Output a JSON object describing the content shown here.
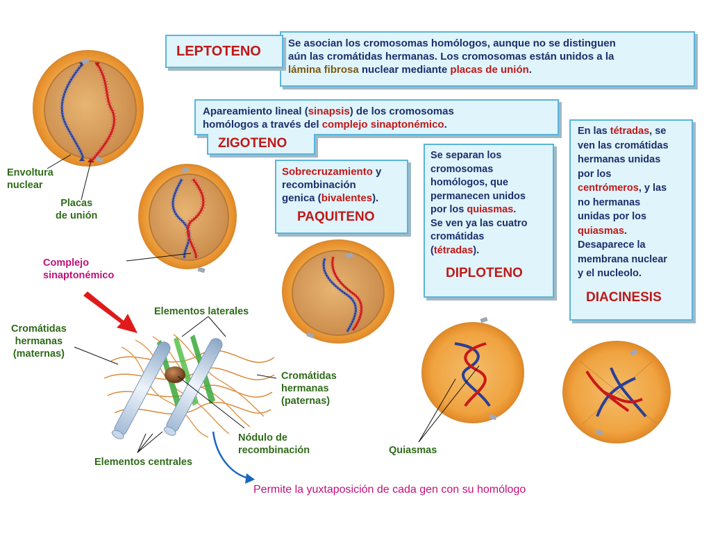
{
  "leptoteno": {
    "title": "LEPTOTENO",
    "t1": "Se asocian los cromosomas homólogos, aunque no se distinguen",
    "t2": "aún las cromátidas hermanas. Los cromosomas están unidos a la",
    "t3a": "lámina fibrosa",
    "t3b": " nuclear mediante ",
    "t3c": "placas de unión",
    "t3d": "."
  },
  "zigoteno": {
    "title": "ZIGOTENO",
    "t1a": "Apareamiento lineal (",
    "t1b": "sinapsis",
    "t1c": ") de los cromosomas",
    "t2a": "homólogos a través del ",
    "t2b": "complejo sinaptonémico",
    "t2c": "."
  },
  "paquiteno": {
    "title": "PAQUITENO",
    "t1a": "Sobrecruzamiento",
    "t1b": " y",
    "t2": "recombinación",
    "t3a": "genica (",
    "t3b": "bivalentes",
    "t3c": ")."
  },
  "diploteno": {
    "title": "DIPLOTENO",
    "lines": [
      "Se separan los",
      "cromosomas",
      "homólogos, que",
      "permanecen unidos"
    ],
    "l5a": "por los ",
    "l5b": "quiasmas",
    "l5c": ".",
    "l6": "Se ven ya las cuatro",
    "l7": "cromátidas",
    "l8a": "(",
    "l8b": "tétradas",
    "l8c": ")."
  },
  "diacinesis": {
    "title": "DIACINESIS",
    "l1a": "En las ",
    "l1b": "tétradas",
    "l1c": ", se",
    "l2": "ven las cromátidas",
    "l3": "hermanas unidas",
    "l4": "por los",
    "l5a": "centrómeros",
    "l5b": ", y las",
    "l6": "no hermanas",
    "l7": "unidas por los",
    "l8a": "quiasmas",
    "l8b": ".",
    "l9": "Desaparece la",
    "l10": "membrana nuclear",
    "l11": "y el nucleolo."
  },
  "labels": {
    "envoltura_1": "Envoltura",
    "envoltura_2": "nuclear",
    "placas_1": "Placas",
    "placas_2": "de unión",
    "complejo_1": "Complejo",
    "complejo_2": "sinaptonémico",
    "elementos_laterales": "Elementos laterales",
    "materna_1": "Cromátidas",
    "materna_2": "hermanas",
    "materna_3": "(maternas)",
    "paterna_1": "Cromátidas",
    "paterna_2": "hermanas",
    "paterna_3": "(paternas)",
    "nodulo_1": "Nódulo de",
    "nodulo_2": "recombinación",
    "elementos_centrales": "Elementos centrales",
    "quiasmas": "Quiasmas",
    "permite": "Permite la yuxtaposición de cada gen con su homólogo"
  },
  "colors": {
    "box_bg": "#dff4fb",
    "box_border": "#5ab4dc",
    "title_red": "#c01818",
    "text_navy": "#1b2f6b",
    "label_green": "#2f6b1a",
    "magenta": "#c0107a",
    "cell_orange": "#f0a845",
    "cell_inner": "#d9a05a"
  }
}
